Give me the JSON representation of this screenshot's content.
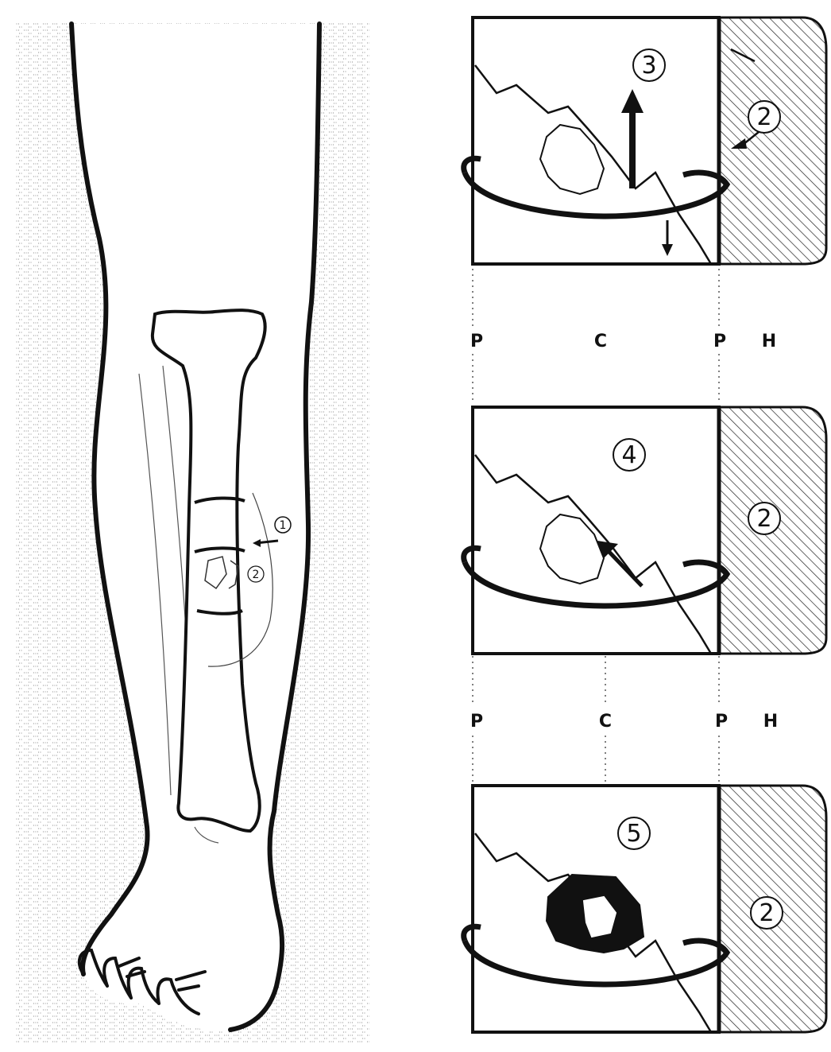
{
  "callouts": {
    "leg_1": "1",
    "leg_2": "2",
    "panel1_top": "3",
    "panel1_side": "2",
    "panel2_top": "4",
    "panel2_side": "2",
    "panel3_top": "5",
    "panel3_side": "2"
  },
  "zone_labels_row1": [
    "P",
    "C",
    "P",
    "H"
  ],
  "zone_labels_row2": [
    "P",
    "C",
    "P",
    "H"
  ],
  "colors": {
    "ink": "#111111",
    "stipple": "#8a8a8a",
    "paper": "#ffffff"
  }
}
